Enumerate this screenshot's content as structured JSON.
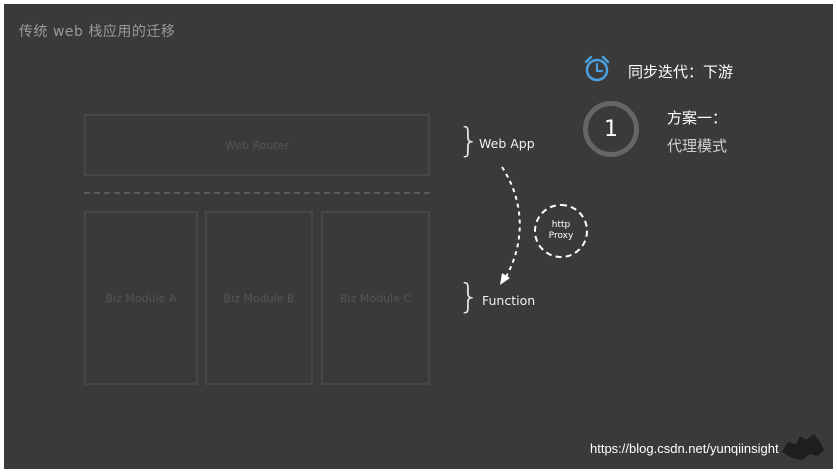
{
  "slide": {
    "title": "传统 web 栈应用的迁移"
  },
  "diagram": {
    "router_label": "Web Router",
    "modules": [
      "Biz Module A",
      "Biz Module B",
      "Biz Module C"
    ],
    "web_app_label": "Web App",
    "function_label": "Function",
    "proxy_line1": "http",
    "proxy_line2": "Proxy"
  },
  "sidebar": {
    "sync_label": "同步迭代：下游",
    "step_number": "1",
    "plan_title": "方案一：",
    "plan_subtitle": "代理模式"
  },
  "colors": {
    "accent_blue": "#4a9fe0",
    "background": "#3a3a3a"
  },
  "watermark": "https://blog.csdn.net/yunqiinsight"
}
